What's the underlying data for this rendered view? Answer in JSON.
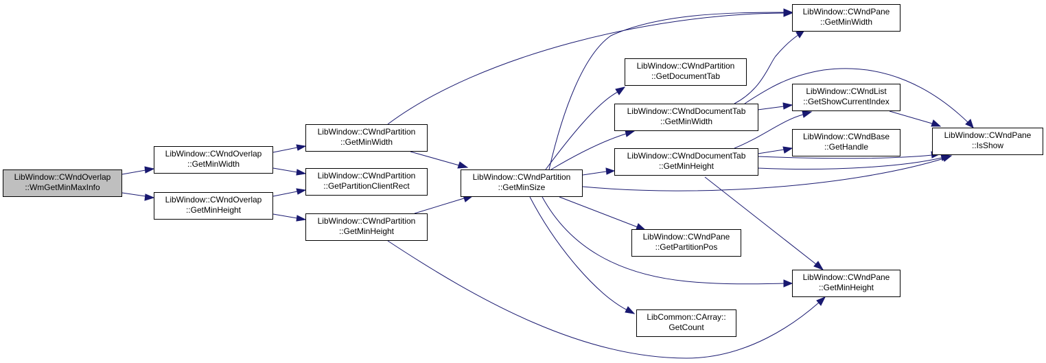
{
  "nodes": {
    "n_root": [
      "LibWindow::CWndOverlap",
      "::WmGetMinMaxInfo"
    ],
    "n_ow": [
      "LibWindow::CWndOverlap",
      "::GetMinWidth"
    ],
    "n_oh": [
      "LibWindow::CWndOverlap",
      "::GetMinHeight"
    ],
    "n_pw": [
      "LibWindow::CWndPartition",
      "::GetMinWidth"
    ],
    "n_pcr": [
      "LibWindow::CWndPartition",
      "::GetPartitionClientRect"
    ],
    "n_ph": [
      "LibWindow::CWndPartition",
      "::GetMinHeight"
    ],
    "n_ps": [
      "LibWindow::CWndPartition",
      "::GetMinSize"
    ],
    "n_pdt": [
      "LibWindow::CWndPartition",
      "::GetDocumentTab"
    ],
    "n_dtw": [
      "LibWindow::CWndDocumentTab",
      "::GetMinWidth"
    ],
    "n_dth": [
      "LibWindow::CWndDocumentTab",
      "::GetMinHeight"
    ],
    "n_ppos": [
      "LibWindow::CWndPane",
      "::GetPartitionPos"
    ],
    "n_cnt": [
      "LibCommon::CArray::",
      "GetCount"
    ],
    "n_pmw": [
      "LibWindow::CWndPane",
      "::GetMinWidth"
    ],
    "n_lsci": [
      "LibWindow::CWndList",
      "::GetShowCurrentIndex"
    ],
    "n_bh": [
      "LibWindow::CWndBase",
      "::GetHandle"
    ],
    "n_pmh": [
      "LibWindow::CWndPane",
      "::GetMinHeight"
    ],
    "n_show": [
      "LibWindow::CWndPane",
      "::IsShow"
    ]
  },
  "edges": [
    [
      "n_root",
      "n_ow"
    ],
    [
      "n_root",
      "n_oh"
    ],
    [
      "n_ow",
      "n_pw"
    ],
    [
      "n_ow",
      "n_pcr"
    ],
    [
      "n_oh",
      "n_pcr"
    ],
    [
      "n_oh",
      "n_ph"
    ],
    [
      "n_pw",
      "n_pmw"
    ],
    [
      "n_pw",
      "n_ps"
    ],
    [
      "n_ph",
      "n_ps"
    ],
    [
      "n_ph",
      "n_pmh"
    ],
    [
      "n_ps",
      "n_pmw"
    ],
    [
      "n_ps",
      "n_pdt"
    ],
    [
      "n_ps",
      "n_dtw"
    ],
    [
      "n_ps",
      "n_dth"
    ],
    [
      "n_ps",
      "n_show"
    ],
    [
      "n_ps",
      "n_ppos"
    ],
    [
      "n_ps",
      "n_pmh"
    ],
    [
      "n_ps",
      "n_cnt"
    ],
    [
      "n_dtw",
      "n_pmw"
    ],
    [
      "n_dtw",
      "n_show"
    ],
    [
      "n_dtw",
      "n_lsci"
    ],
    [
      "n_dth",
      "n_lsci"
    ],
    [
      "n_dth",
      "n_bh"
    ],
    [
      "n_dth",
      "n_show"
    ],
    [
      "n_dth",
      "n_pmh"
    ],
    [
      "n_lsci",
      "n_show"
    ]
  ],
  "colors": {
    "edge": "#191970",
    "root_fill": "#bfbfbf",
    "node_fill": "#ffffff"
  }
}
